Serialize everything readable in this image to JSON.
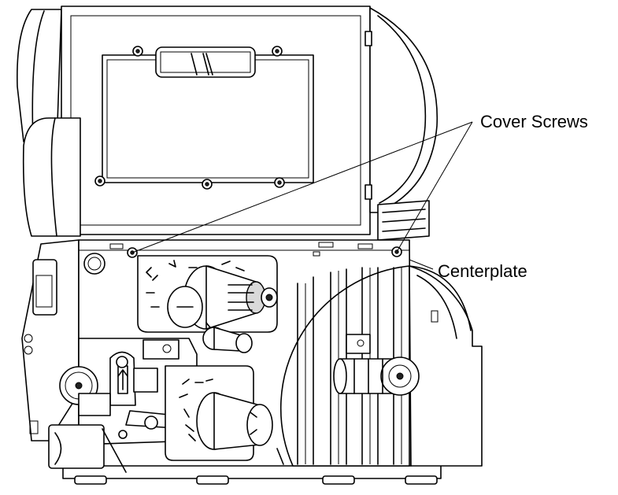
{
  "figure": {
    "subject": "printer-with-open-cover",
    "callouts": [
      {
        "id": "cover-screws",
        "label": "Cover Screws"
      },
      {
        "id": "centerplate",
        "label": "Centerplate"
      }
    ]
  }
}
